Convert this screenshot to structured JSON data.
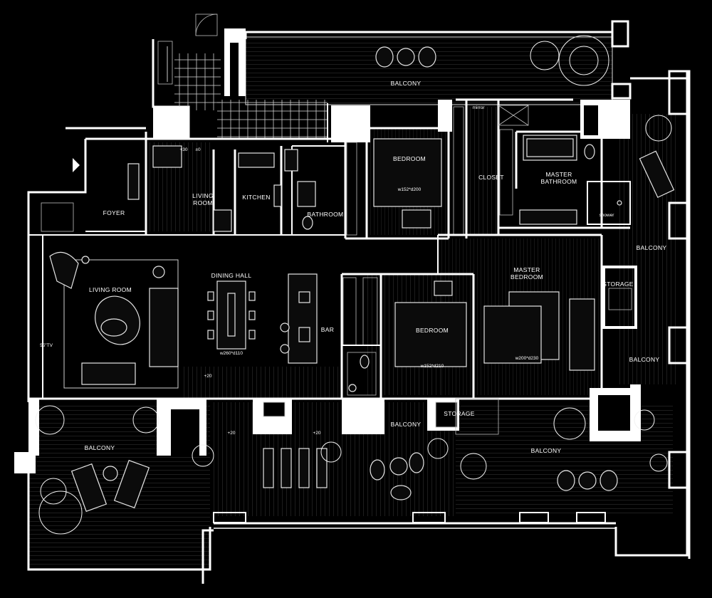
{
  "rooms": {
    "balcony_top": "BALCONY",
    "bedroom_1": "BEDROOM",
    "bedroom_1_size": "w152*d200",
    "closet": "CLOSET",
    "master_bath": "MASTER\nBATHROOM",
    "shower": "shower",
    "mirror": "mirror",
    "foyer": "FOYER",
    "living_room_small": "LIVING\nROOM",
    "kitchen": "KITCHEN",
    "bathroom": "BATHROOM",
    "living_room": "LIVING ROOM",
    "dining_hall": "DINING HALL",
    "dining_size": "w260*d110",
    "bar": "BAR",
    "bedroom_2": "BEDROOM",
    "bedroom_2_size": "w152*d210",
    "master_bedroom": "MASTER\nBEDROOM",
    "master_size": "w200*d230",
    "balcony_right_1": "BALCONY",
    "storage_right": "STORAGE",
    "balcony_right_2": "BALCONY",
    "storage_bottom": "STORAGE",
    "balcony_bottom_left": "BALCONY",
    "balcony_bottom_mid": "BALCONY",
    "balcony_bottom_right": "BALCONY",
    "tv": "55\"TV"
  },
  "levels": {
    "living_top": "+30",
    "living_top_2": "±0",
    "floor_mid": "+20",
    "bal_1": "+20",
    "bal_2": "+20"
  }
}
